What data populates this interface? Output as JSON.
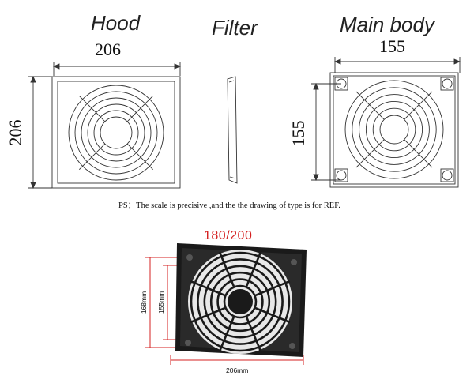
{
  "titles": {
    "hood": "Hood",
    "filter": "Filter",
    "main_body": "Main body"
  },
  "dimensions": {
    "hood_width": "206",
    "hood_height": "206",
    "body_width": "155",
    "body_height": "155"
  },
  "note": "PS：The scale is precisive ,and the the drawing of type is for REF.",
  "photo": {
    "size_label": "180/200",
    "height_outer": "168mm",
    "height_inner": "155mm",
    "width": "206mm"
  },
  "colors": {
    "line": "#333333",
    "dim_red": "#d42020",
    "frame": "#1a1a1a"
  }
}
